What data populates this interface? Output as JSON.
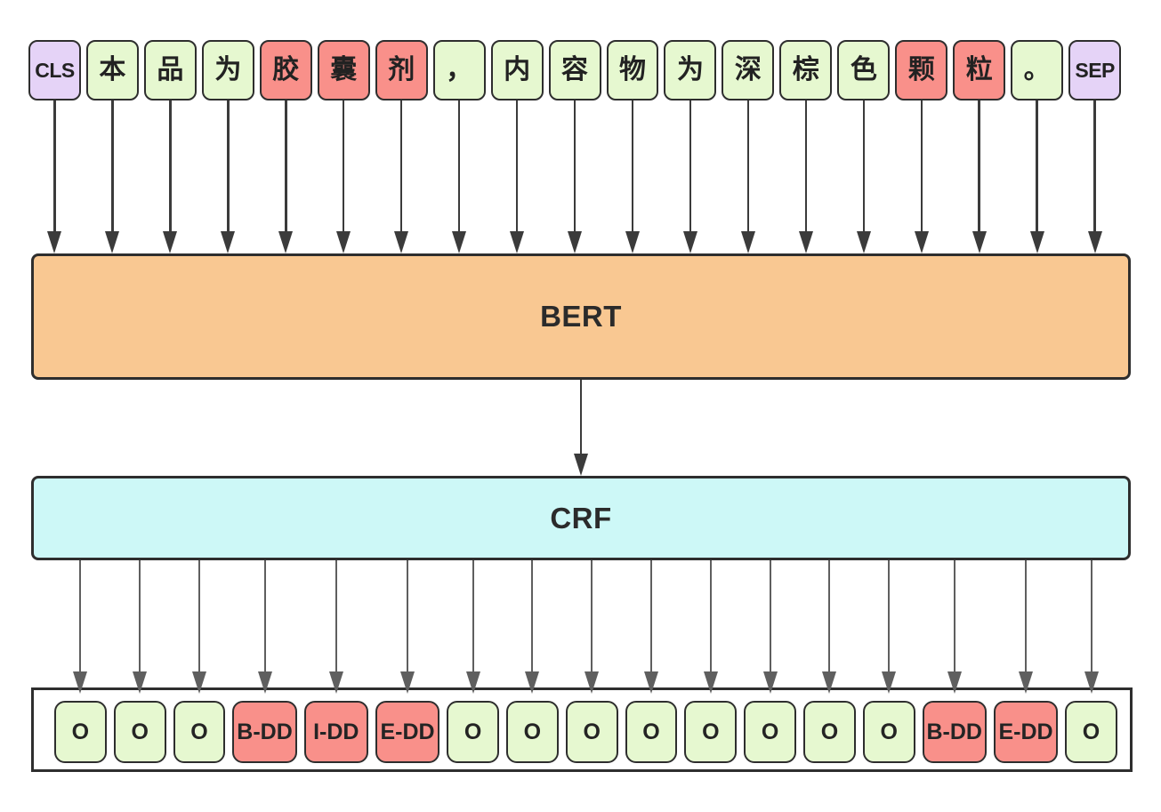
{
  "diagram": {
    "bert_label": "BERT",
    "crf_label": "CRF",
    "tokens": [
      {
        "text": "CLS",
        "type": "special"
      },
      {
        "text": "本",
        "type": "normal"
      },
      {
        "text": "品",
        "type": "normal"
      },
      {
        "text": "为",
        "type": "normal"
      },
      {
        "text": "胶",
        "type": "entity"
      },
      {
        "text": "囊",
        "type": "entity"
      },
      {
        "text": "剂",
        "type": "entity"
      },
      {
        "text": "，",
        "type": "normal"
      },
      {
        "text": "内",
        "type": "normal"
      },
      {
        "text": "容",
        "type": "normal"
      },
      {
        "text": "物",
        "type": "normal"
      },
      {
        "text": "为",
        "type": "normal"
      },
      {
        "text": "深",
        "type": "normal"
      },
      {
        "text": "棕",
        "type": "normal"
      },
      {
        "text": "色",
        "type": "normal"
      },
      {
        "text": "颗",
        "type": "entity"
      },
      {
        "text": "粒",
        "type": "entity"
      },
      {
        "text": "。",
        "type": "normal"
      },
      {
        "text": "SEP",
        "type": "special"
      }
    ],
    "output_labels": [
      {
        "text": "O",
        "type": "normal"
      },
      {
        "text": "O",
        "type": "normal"
      },
      {
        "text": "O",
        "type": "normal"
      },
      {
        "text": "B-DD",
        "type": "entity"
      },
      {
        "text": "I-DD",
        "type": "entity"
      },
      {
        "text": "E-DD",
        "type": "entity"
      },
      {
        "text": "O",
        "type": "normal"
      },
      {
        "text": "O",
        "type": "normal"
      },
      {
        "text": "O",
        "type": "normal"
      },
      {
        "text": "O",
        "type": "normal"
      },
      {
        "text": "O",
        "type": "normal"
      },
      {
        "text": "O",
        "type": "normal"
      },
      {
        "text": "O",
        "type": "normal"
      },
      {
        "text": "O",
        "type": "normal"
      },
      {
        "text": "B-DD",
        "type": "entity"
      },
      {
        "text": "E-DD",
        "type": "entity"
      },
      {
        "text": "O",
        "type": "normal"
      }
    ],
    "colors": {
      "purple": "#e5d3f7",
      "green": "#e6f8d0",
      "red": "#f9908a",
      "orange": "#f9c892",
      "cyan": "#cdf8f7",
      "line": "#2e2e2e",
      "arrow_dark": "#3b3b3b",
      "arrow_gray": "#5f5f5f"
    }
  }
}
